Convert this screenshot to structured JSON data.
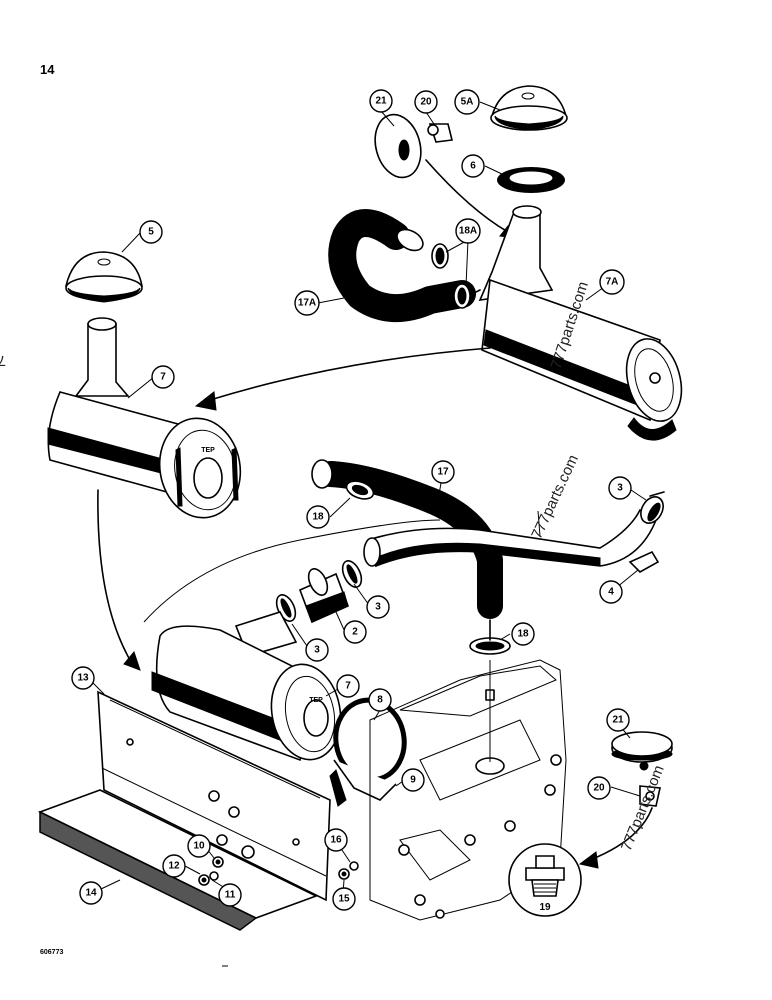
{
  "page_number": "14",
  "drawing_code": "606773",
  "watermark": "777parts.com",
  "callouts": [
    "21",
    "20",
    "5A",
    "6",
    "18A",
    "7A",
    "17A",
    "5",
    "7",
    "17",
    "3",
    "18",
    "2",
    "4",
    "3",
    "7",
    "13",
    "8",
    "9",
    "21",
    "20",
    "16",
    "10",
    "12",
    "11",
    "14",
    "15",
    "19"
  ],
  "filter_cover_label": "TEP"
}
